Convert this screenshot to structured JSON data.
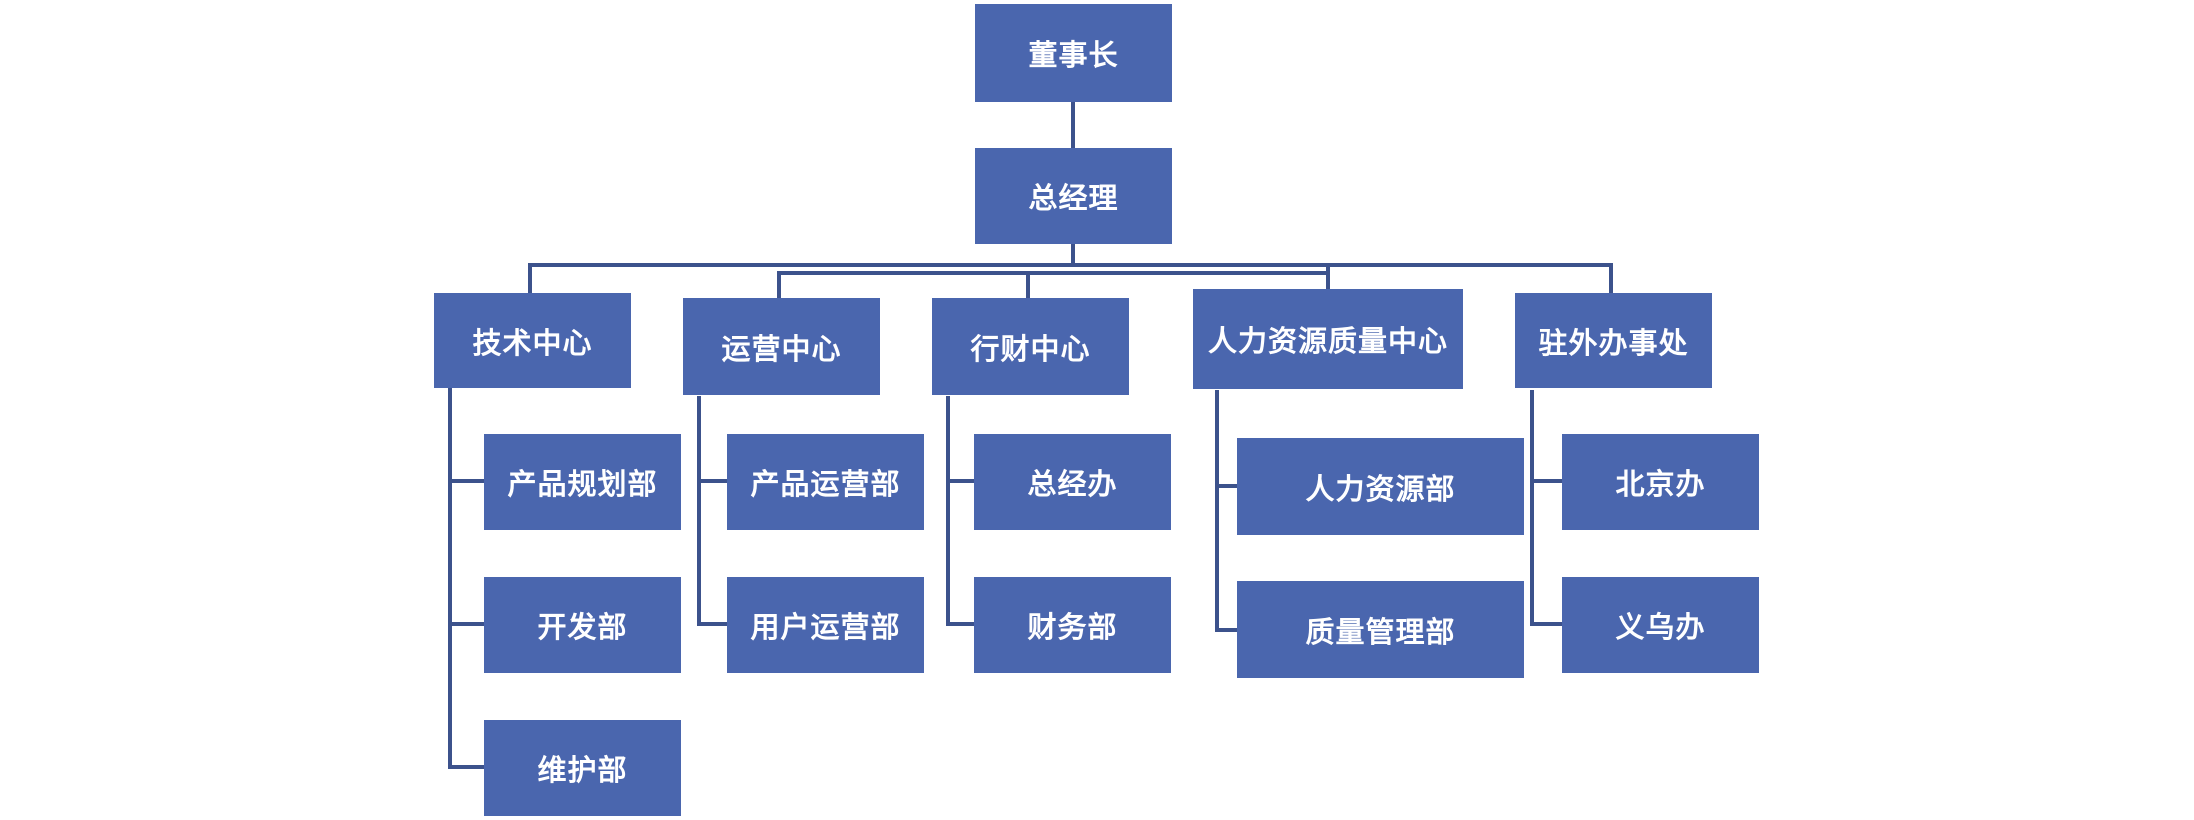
{
  "colors": {
    "box_fill": "#4a66ae",
    "connector": "#3c528c",
    "text": "#ffffff",
    "background": "#ffffff"
  },
  "org_chart": {
    "chairman": "董事长",
    "general_manager": "总经理",
    "centers": [
      {
        "name": "技术中心",
        "departments": [
          "产品规划部",
          "开发部",
          "维护部"
        ]
      },
      {
        "name": "运营中心",
        "departments": [
          "产品运营部",
          "用户运营部"
        ]
      },
      {
        "name": "行财中心",
        "departments": [
          "总经办",
          "财务部"
        ]
      },
      {
        "name": "人力资源质量中心",
        "departments": [
          "人力资源部",
          "质量管理部"
        ]
      },
      {
        "name": "驻外办事处",
        "departments": [
          "北京办",
          "义乌办"
        ]
      }
    ]
  }
}
